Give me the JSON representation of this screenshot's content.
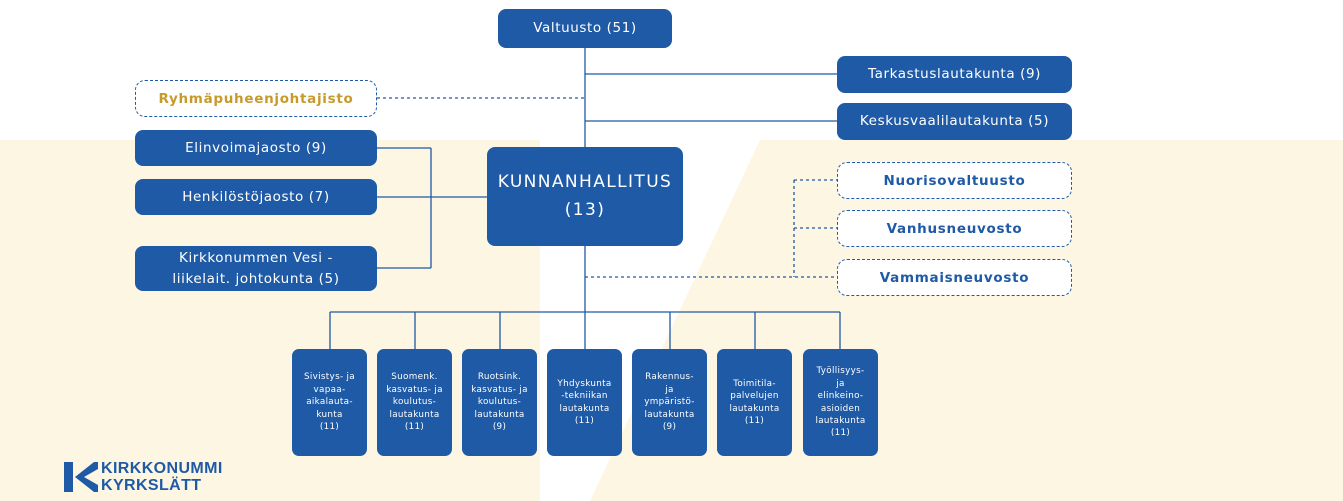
{
  "council": "Valtuusto (51)",
  "executive": {
    "line1": "KUNNANHALLITUS",
    "line2": "(13)"
  },
  "right_boards": {
    "audit": "Tarkastuslautakunta (9)",
    "election": "Keskusvaalilautakunta (5)"
  },
  "group_chairs": "Ryhmäpuheenjohtajisto",
  "sections": {
    "vitality": "Elinvoimajaosto (9)",
    "personnel": "Henkilöstöjaosto (7)",
    "water_line1": "Kirkkonummen Vesi -",
    "water_line2": "liikelait. johtokunta (5)"
  },
  "councils": {
    "youth": "Nuorisovaltuusto",
    "elderly": "Vanhusneuvosto",
    "disability": "Vammaisneuvosto"
  },
  "committees": [
    {
      "lines": [
        "Sivistys- ja",
        "vapaa-",
        "aikalauta-",
        "kunta",
        "(11)"
      ]
    },
    {
      "lines": [
        "Suomenk.",
        "kasvatus- ja",
        "koulutus-",
        "lautakunta",
        "(11)"
      ]
    },
    {
      "lines": [
        "Ruotsink.",
        "kasvatus- ja",
        "koulutus-",
        "lautakunta",
        "(9)"
      ]
    },
    {
      "lines": [
        "Yhdyskunta",
        "-tekniikan",
        "lautakunta",
        "(11)"
      ]
    },
    {
      "lines": [
        "Rakennus-",
        "ja",
        "ympäristö-",
        "lautakunta",
        "(9)"
      ]
    },
    {
      "lines": [
        "Toimitila-",
        "palvelujen",
        "lautakunta",
        "(11)"
      ]
    },
    {
      "lines": [
        "Työllisyys-",
        "ja",
        "elinkeino-",
        "asioiden",
        "lautakunta",
        "(11)"
      ]
    }
  ],
  "logo": {
    "line1": "KIRKKONUMMI",
    "line2": "KYRKSLÄTT"
  },
  "colors": {
    "primary": "#1f5aa6",
    "gold_text": "#c79a2c",
    "background_band": "#fdf6e2"
  }
}
